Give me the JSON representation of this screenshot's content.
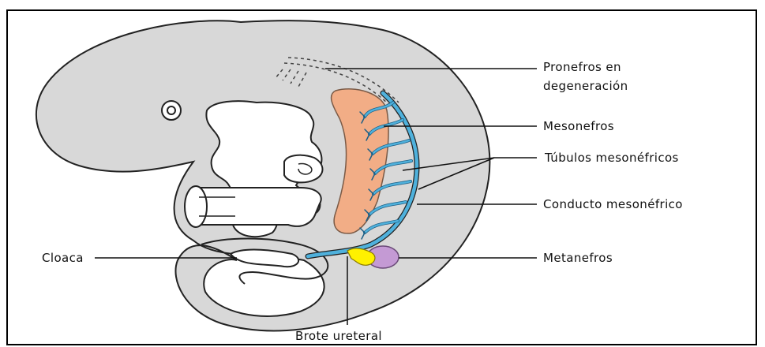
{
  "labels": {
    "pronefros_line1": "Pronefros en",
    "pronefros_line2": "degeneración",
    "mesonefros": "Mesonefros",
    "tubulos": "Túbulos mesonéfricos",
    "conducto": "Conducto mesonéfrico",
    "cloaca": "Cloaca",
    "metanefros": "Metanefros",
    "brote": "Brote ureteral"
  },
  "colors": {
    "embryo": "#d8d8d8",
    "mesonephros": "#f2ad86",
    "mesonephric_duct": "#4fb1dc",
    "metanephros": "#c49ad4",
    "ureteric_bud": "#fff100",
    "outline": "#222222"
  }
}
